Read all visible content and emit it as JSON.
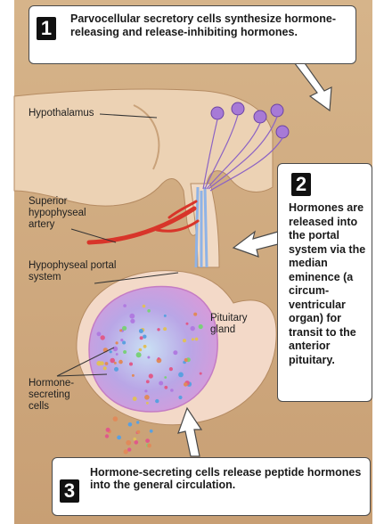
{
  "callouts": {
    "step1": {
      "number": "1",
      "text": "Parvocellular secretory cells synthesize hormone-releasing and release-inhibiting hormones."
    },
    "step2": {
      "number": "2",
      "text": "Hormones are released into the portal system via the median eminence (a circum-ventricular organ) for transit to the anterior pituitary."
    },
    "step3": {
      "number": "3",
      "text": "Hormone-secreting cells release peptide hormones into the general circulation."
    }
  },
  "labels": {
    "hypothalamus": "Hypothalamus",
    "superior_hypophyseal_artery": "Superior hypophyseal artery",
    "hypophyseal_portal_system": "Hypophyseal portal system",
    "pituitary_gland": "Pituitary gland",
    "hormone_secreting_cells": "Hormone-secreting cells"
  },
  "colors": {
    "hypothalamus_tissue": "#d9b58c",
    "pituitary_tissue": "#f2d2c4",
    "anterior_lobe": "#c9a6e0",
    "artery": "#d8352a",
    "neurons": "#a77ad6",
    "portal_vessels": "#8fb3e6",
    "background": "#c49a6c"
  }
}
